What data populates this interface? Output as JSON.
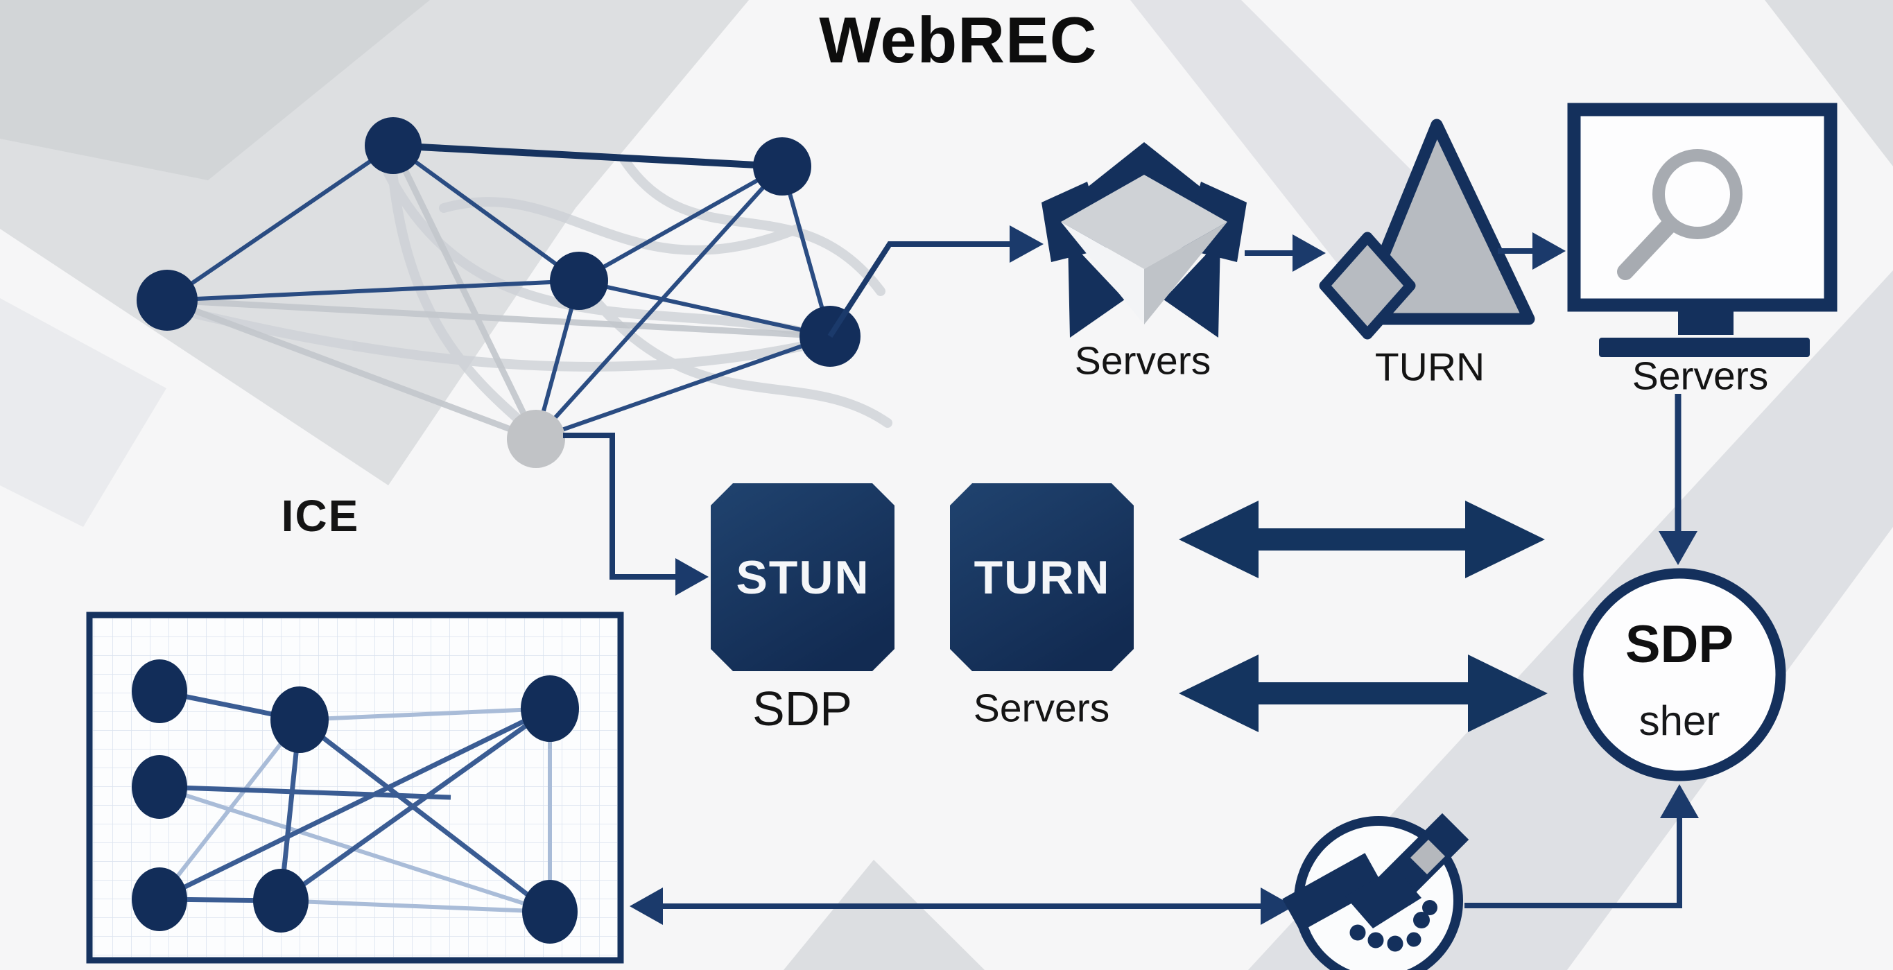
{
  "title": "WebREC",
  "ice_label": "ICE",
  "pipeline": {
    "cube_label": "Servers",
    "mountain_label": "TURN",
    "monitor_label": "Servers"
  },
  "stun_box": {
    "label": "STUN",
    "sublabel": "SDP"
  },
  "turn_box": {
    "label": "TURN",
    "sublabel": "Servers"
  },
  "sdp_circle": {
    "line1": "SDP",
    "line2": "sher"
  },
  "colors": {
    "navy": "#14305c",
    "navy_box_top": "#1f4170",
    "navy_box_bottom": "#122b52",
    "line_blue": "#2a4c82",
    "light_line": "#a9bcd8",
    "gray_shape": "#c9ccd1",
    "gray_node": "#c1c3c6",
    "background": "#f6f6f7"
  }
}
